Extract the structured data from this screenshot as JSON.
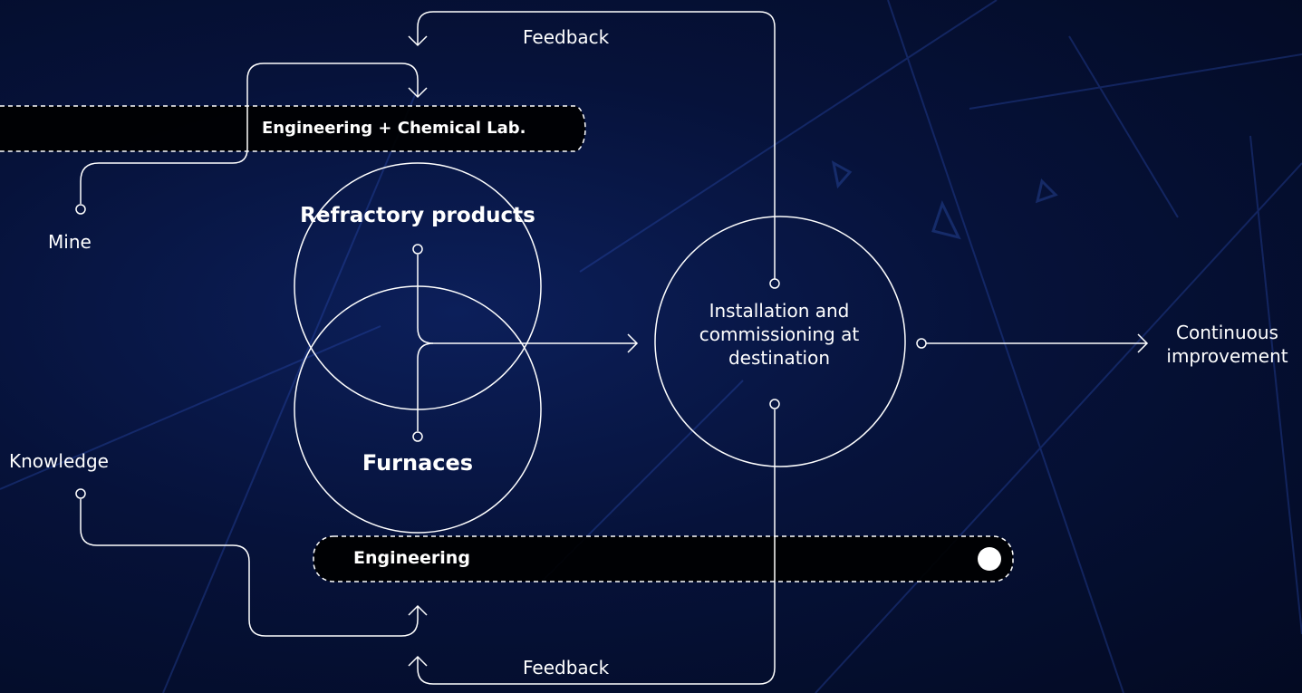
{
  "nodes": {
    "mine": "Mine",
    "knowledge": "Knowledge",
    "refractory": "Refractory products",
    "furnaces": "Furnaces",
    "installation": "Installation and commissioning at destination",
    "improvement": "Continuous improvement"
  },
  "bars": {
    "top": "Engineering + Chemical Lab.",
    "bottom": "Engineering"
  },
  "feedback": {
    "top": "Feedback",
    "bottom": "Feedback"
  },
  "colors": {
    "background": "#06123a",
    "line": "#ffffff",
    "bar_fill": "#000000"
  }
}
